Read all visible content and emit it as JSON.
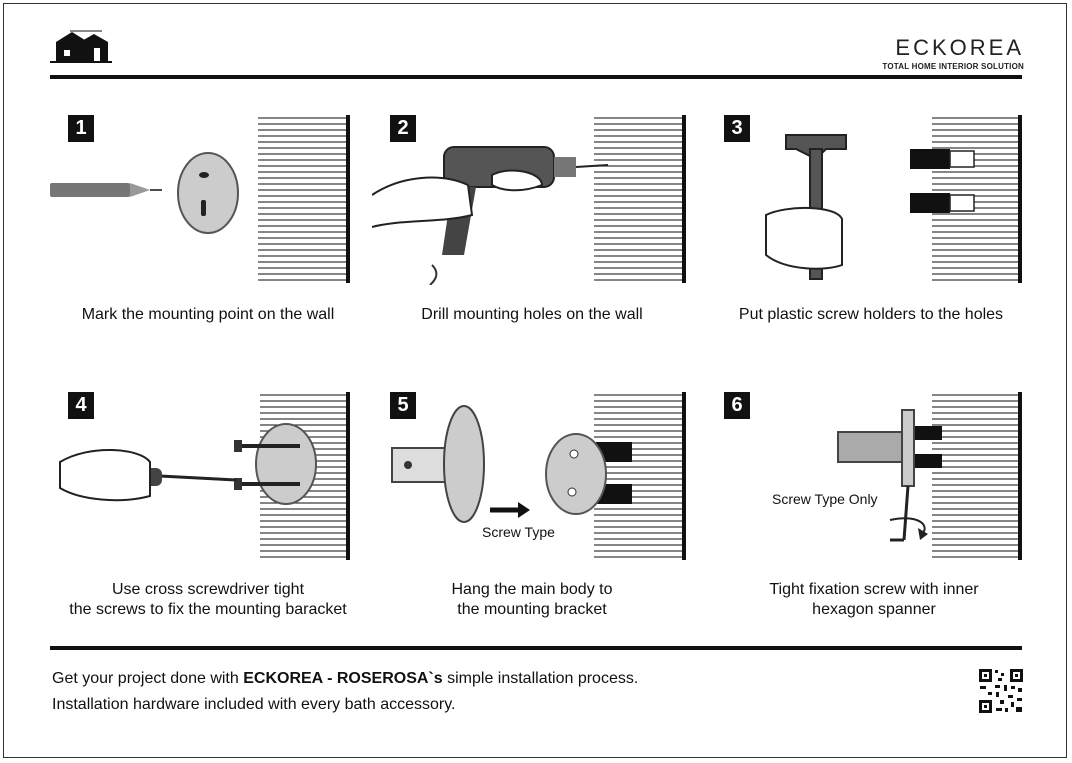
{
  "brand": {
    "name": "ECKOREA",
    "tagline": "TOTAL HOME INTERIOR SOLUTION",
    "logo_icon": "house-logo-icon"
  },
  "steps": [
    {
      "number": "1",
      "caption": "Mark the mounting point on the wall",
      "icon": "pencil-marking-wall-icon"
    },
    {
      "number": "2",
      "caption": "Drill mounting holes on the wall",
      "icon": "drill-icon"
    },
    {
      "number": "3",
      "caption": "Put plastic screw holders to the holes",
      "icon": "hammer-icon"
    },
    {
      "number": "4",
      "caption": "Use cross screwdriver tight\nthe screws to fix the mounting baracket",
      "icon": "screwdriver-icon"
    },
    {
      "number": "5",
      "caption": "Hang the main body to\nthe mounting bracket",
      "icon": "bracket-hang-icon",
      "note": "Screw Type"
    },
    {
      "number": "6",
      "caption": "Tight fixation screw with inner\nhexagon spanner",
      "icon": "hex-spanner-icon",
      "note": "Screw Type Only"
    }
  ],
  "footer": {
    "line1_prefix": "Get your project done with ",
    "line1_brand": "ECKOREA - ROSEROSA`s",
    "line1_suffix": " simple installation process.",
    "line2": "Installation hardware included with every bath accessory."
  },
  "qr_icon": "qr-code-icon"
}
